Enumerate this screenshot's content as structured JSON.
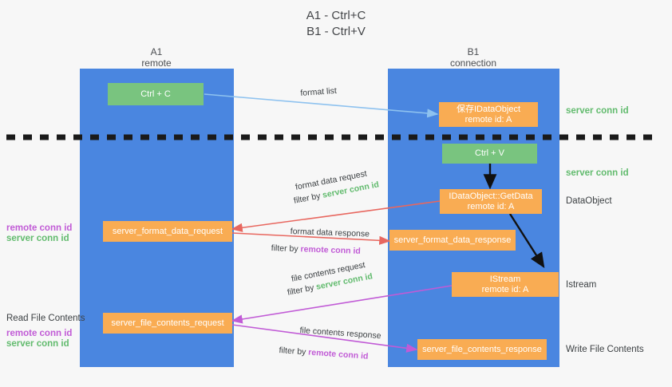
{
  "title": {
    "line1": "A1 - Ctrl+C",
    "line2": "B1 - Ctrl+V"
  },
  "columns": [
    {
      "name": "A1",
      "sub": "remote"
    },
    {
      "name": "B1",
      "sub": "connection"
    }
  ],
  "nodes": {
    "ctrl_c": {
      "label": "Ctrl + C"
    },
    "ctrl_v": {
      "label": "Ctrl + V"
    },
    "save_dataobject": {
      "line1": "保存IDataObject",
      "line2": "remote id: A"
    },
    "getdata": {
      "line1": "IDataObject::GetData",
      "line2": "remote id: A"
    },
    "istream": {
      "line1": "IStream",
      "line2": "remote id: A"
    },
    "format_data_request": {
      "label": "server_format_data_request"
    },
    "format_data_response": {
      "label": "server_format_data_response"
    },
    "file_contents_request": {
      "label": "server_file_contents_request"
    },
    "file_contents_response": {
      "label": "server_file_contents_response"
    }
  },
  "edges": {
    "format_list": {
      "label": "format list"
    },
    "format_data_request": {
      "line1": "format data request",
      "line2_prefix": "filter by ",
      "line2_key": "server conn id"
    },
    "format_data_response": {
      "line1": "format data response",
      "line2_prefix": "filter by ",
      "line2_key": "remote conn id"
    },
    "file_contents_request": {
      "line1": "file contents request",
      "line2_prefix": "filter by ",
      "line2_key": "server conn id"
    },
    "file_contents_response": {
      "line1": "file contents response",
      "line2_prefix": "filter by ",
      "line2_key": "remote conn id"
    }
  },
  "right_labels": {
    "server_conn_id_top": "server conn id",
    "server_conn_id_second": "server conn id",
    "dataobject": "DataObject",
    "istream": "Istream",
    "write_file_contents": "Write File Contents"
  },
  "left_labels": {
    "remote_conn_id_1": "remote conn id",
    "server_conn_id_1": "server conn id",
    "read_file_contents": "Read File Contents",
    "remote_conn_id_2": "remote conn id",
    "server_conn_id_2": "server conn id"
  },
  "colors": {
    "lane": "#4a86e0",
    "green_node": "#79c47f",
    "orange_node": "#f9ac53",
    "blue_arrow": "#8ec2ef",
    "red_arrow": "#e8675f",
    "magenta_arrow": "#c15bd6",
    "dark_arrow": "#1a1a1a",
    "server_conn_id": "#62bb6e",
    "remote_conn_id": "#c15bd6",
    "background": "#f7f7f7"
  }
}
